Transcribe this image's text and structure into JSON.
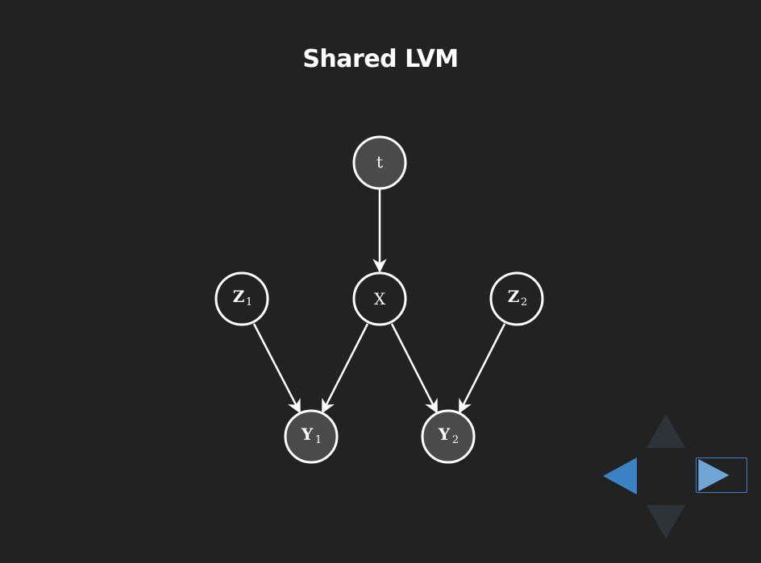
{
  "title": "Shared LVM",
  "nodes": {
    "t": {
      "label": "t",
      "shaded": true
    },
    "x": {
      "label": "X",
      "shaded": false
    },
    "z1": {
      "label": "Z",
      "sub": "1",
      "shaded": false
    },
    "z2": {
      "label": "Z",
      "sub": "2",
      "shaded": false
    },
    "y1": {
      "label": "Y",
      "sub": "1",
      "shaded": true
    },
    "y2": {
      "label": "Y",
      "sub": "2",
      "shaded": true
    }
  },
  "edges": [
    {
      "from": "t",
      "to": "x"
    },
    {
      "from": "z1",
      "to": "y1"
    },
    {
      "from": "x",
      "to": "y1"
    },
    {
      "from": "x",
      "to": "y2"
    },
    {
      "from": "z2",
      "to": "y2"
    }
  ],
  "colors": {
    "background": "#222222",
    "stroke": "#ffffff",
    "shaded_fill": "#4a4a4a",
    "open_fill": "#222222",
    "nav_active": "#3b82c4",
    "nav_inactive": "#2e3338"
  },
  "nav": {
    "up_icon": "triangle-up-icon",
    "down_icon": "triangle-down-icon",
    "left_icon": "triangle-left-icon",
    "right_icon": "triangle-right-icon"
  }
}
